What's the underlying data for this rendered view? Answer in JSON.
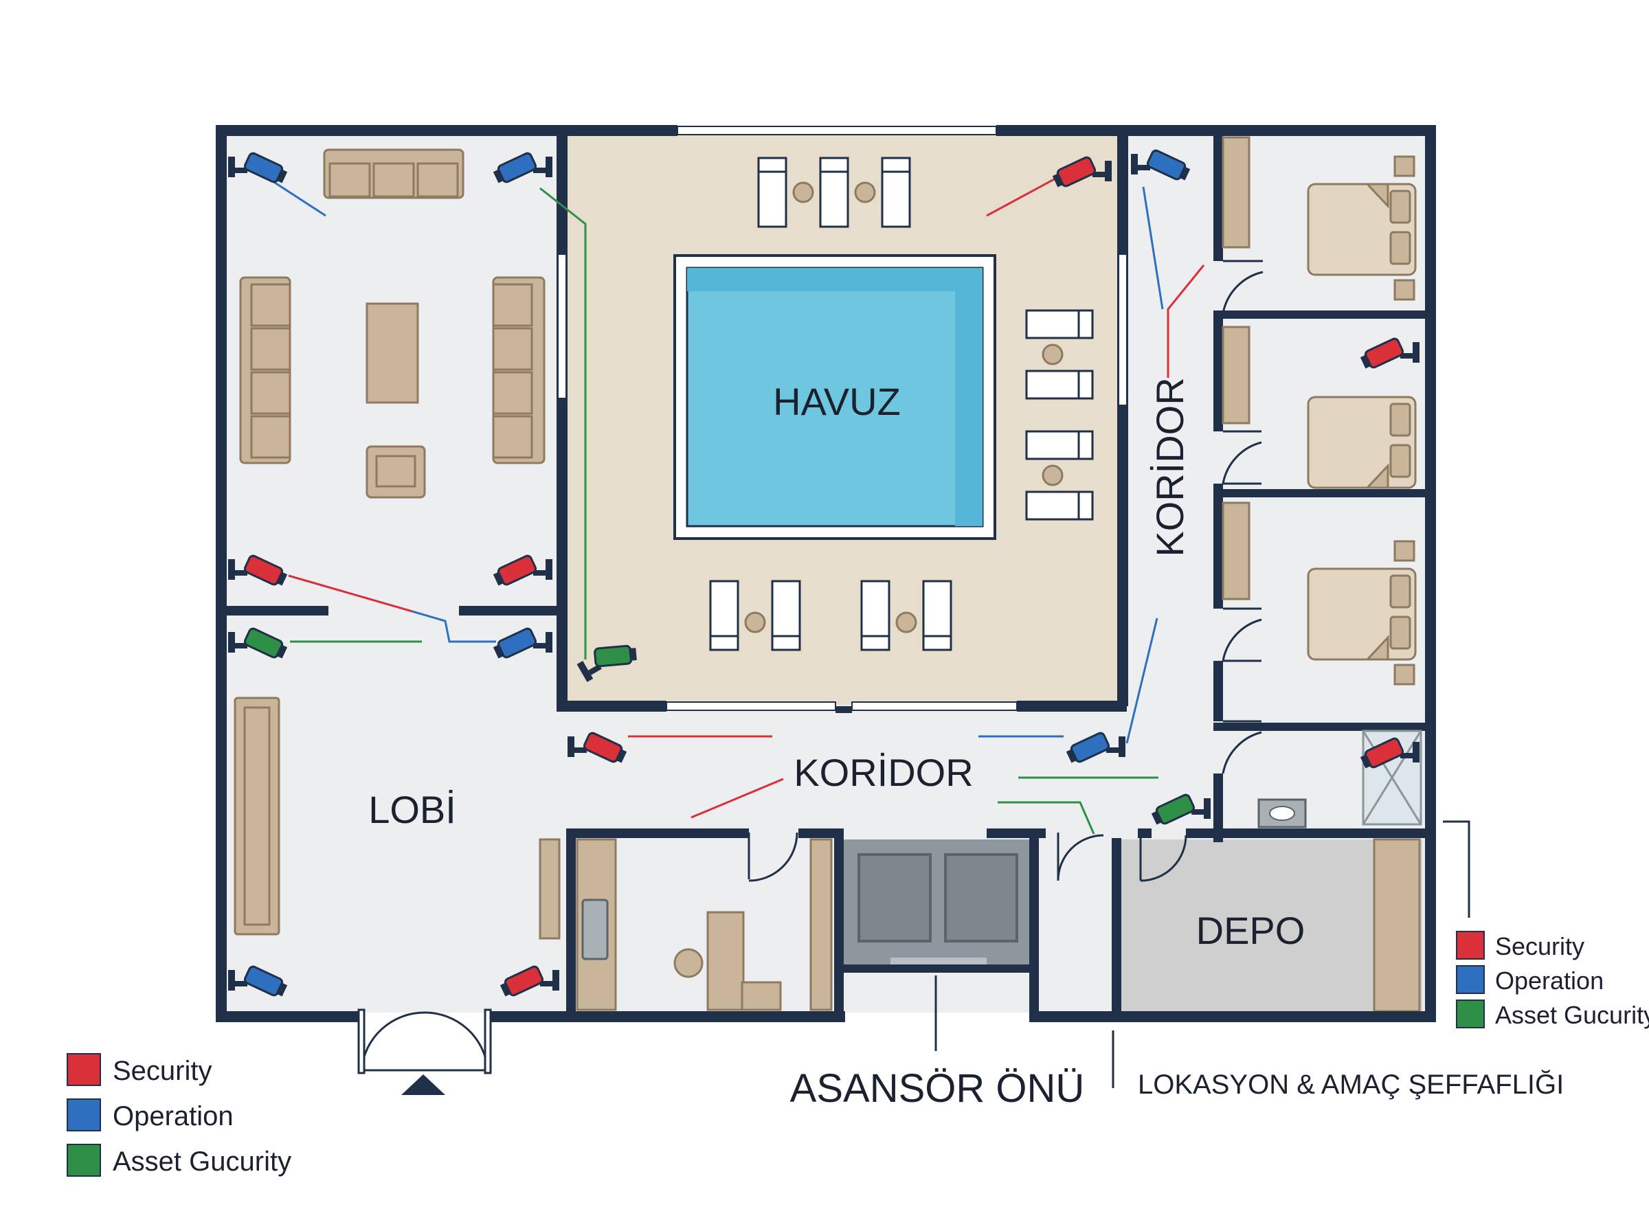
{
  "rooms": {
    "havuz": "HAVUZ",
    "koridor_vertical": "KORİDOR",
    "koridor_horizontal": "KORİDOR",
    "lobi": "LOBİ",
    "depo": "DEPO"
  },
  "captions": {
    "asansor": "ASANSÖR ÖNÜ",
    "lokasyon": "LOKASYON & AMAÇ ŞEFFAFLIĞI"
  },
  "legend": [
    {
      "label": "Security",
      "color": "#d9303a"
    },
    {
      "label": "Operation",
      "color": "#2f6fc0"
    },
    {
      "label": "Asset Gucurity",
      "color": "#2e8f47"
    }
  ],
  "legend_right": [
    {
      "label": "Security",
      "color": "#d9303a"
    },
    {
      "label": "Operation",
      "color": "#2f6fc0"
    },
    {
      "label": "Asset Gucurity",
      "color": "#2e8f47"
    }
  ],
  "colors": {
    "wall": "#1f3048",
    "floor": "#eceef0",
    "pool_deck": "#e7ddcd",
    "water": "#6fc6df",
    "furniture": "#c9b69a",
    "furniture_dark": "#8d7a60",
    "elevator": "#8e969e",
    "depo": "#cfcfcf"
  },
  "icons": {
    "camera": "cctv-camera-icon",
    "entrance": "entrance-arrow-icon"
  }
}
